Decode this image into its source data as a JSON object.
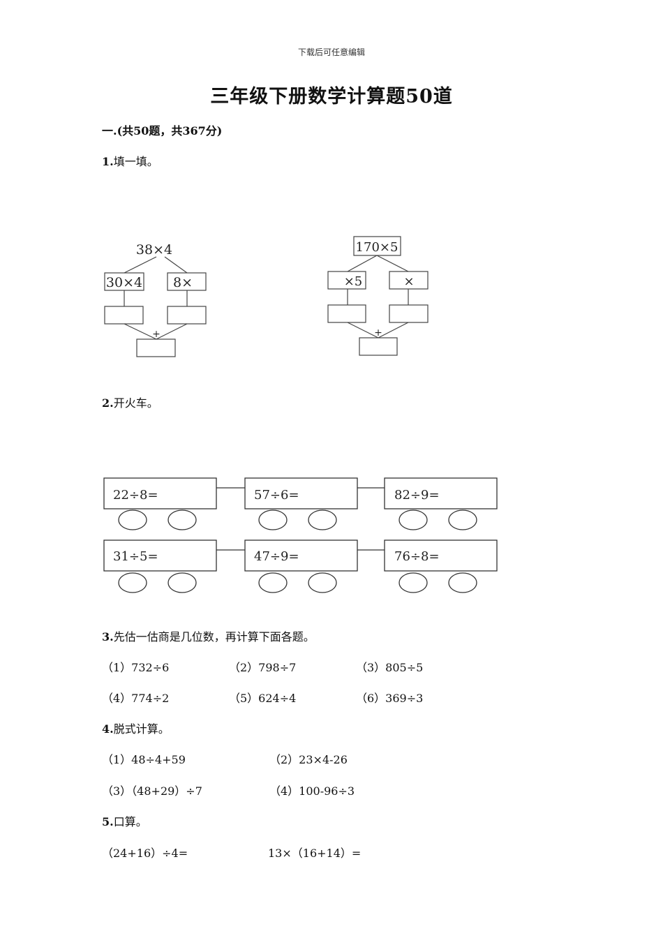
{
  "header_note": "下载后可任意编辑",
  "title": "三年级下册数学计算题50道",
  "section": "一.(共50题，共367分)",
  "q1": {
    "number": "1.",
    "text": "填一填。",
    "tree_left": {
      "top": "38×4",
      "left_box": "30×4",
      "right_box": "8×",
      "plus": "+"
    },
    "tree_right": {
      "top": "170×5",
      "left_box": "×5",
      "right_box": "×",
      "plus": "+"
    }
  },
  "q2": {
    "number": "2.",
    "text": "开火车。",
    "train1": [
      "22÷8=",
      "57÷6=",
      "82÷9="
    ],
    "train2": [
      "31÷5=",
      "47÷9=",
      "76÷8="
    ]
  },
  "q3": {
    "number": "3.",
    "text": "先估一估商是几位数，再计算下面各题。",
    "items": [
      "（1）732÷6",
      "（2）798÷7",
      "（3）805÷5",
      "（4）774÷2",
      "（5）624÷4",
      "（6）369÷3"
    ]
  },
  "q4": {
    "number": "4.",
    "text": "脱式计算。",
    "items": [
      "（1）48÷4+59",
      "（2）23×4-26",
      "（3）（48+29）÷7",
      "（4）100-96÷3"
    ]
  },
  "q5": {
    "number": "5.",
    "text": "口算。",
    "items": [
      "（24+16）÷4=",
      "13×（16+14）="
    ]
  }
}
